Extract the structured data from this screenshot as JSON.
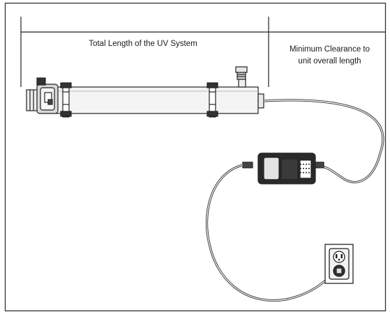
{
  "labels": {
    "total_length": "Total Length of the UV System",
    "min_clearance_line1": "Minimum Clearance to",
    "min_clearance_line2": "unit overall length"
  }
}
